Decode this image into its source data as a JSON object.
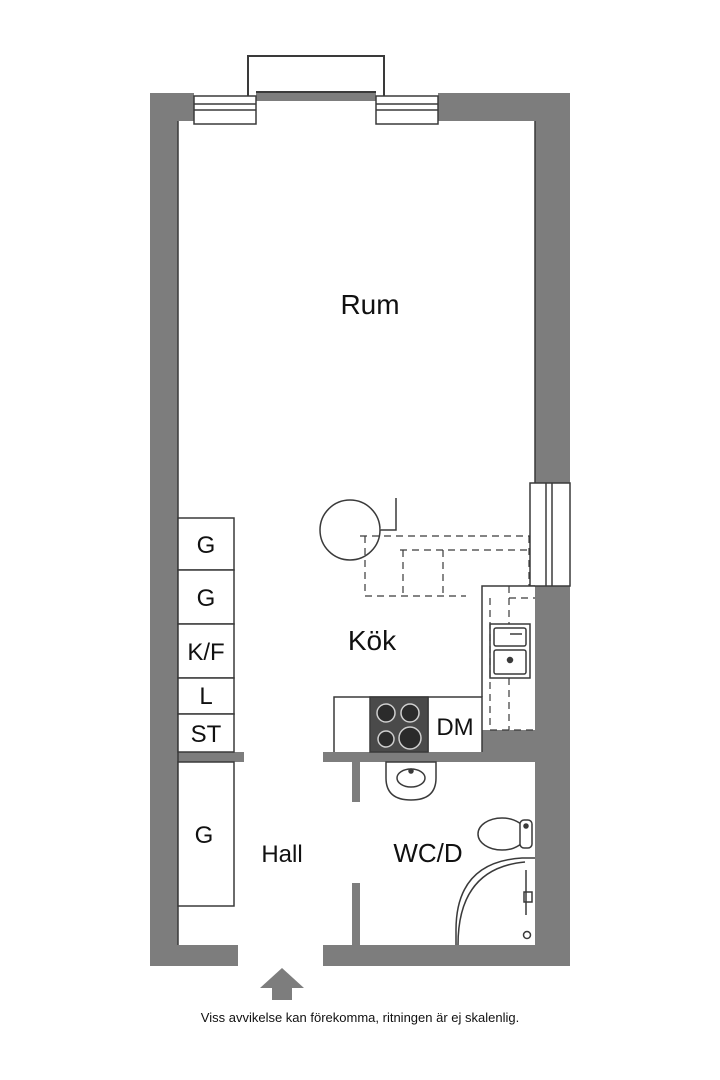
{
  "colors": {
    "wall": "#7d7d7d",
    "line": "#3a3a3a",
    "fill": "#ffffff",
    "hob": "#4a4a4a"
  },
  "rooms": {
    "rum": "Rum",
    "kok": "Kök",
    "hall": "Hall",
    "wcd": "WC/D"
  },
  "cabinets": {
    "wardrobe_1": "G",
    "wardrobe_2": "G",
    "fridge_freezer": "K/F",
    "linen": "L",
    "cleaning": "ST",
    "hall_wardrobe": "G",
    "dishwasher": "DM"
  },
  "entrance": {
    "icon": "entrance-arrow-icon"
  },
  "disclaimer": "Viss avvikelse kan förekomma, ritningen är ej skalenlig."
}
